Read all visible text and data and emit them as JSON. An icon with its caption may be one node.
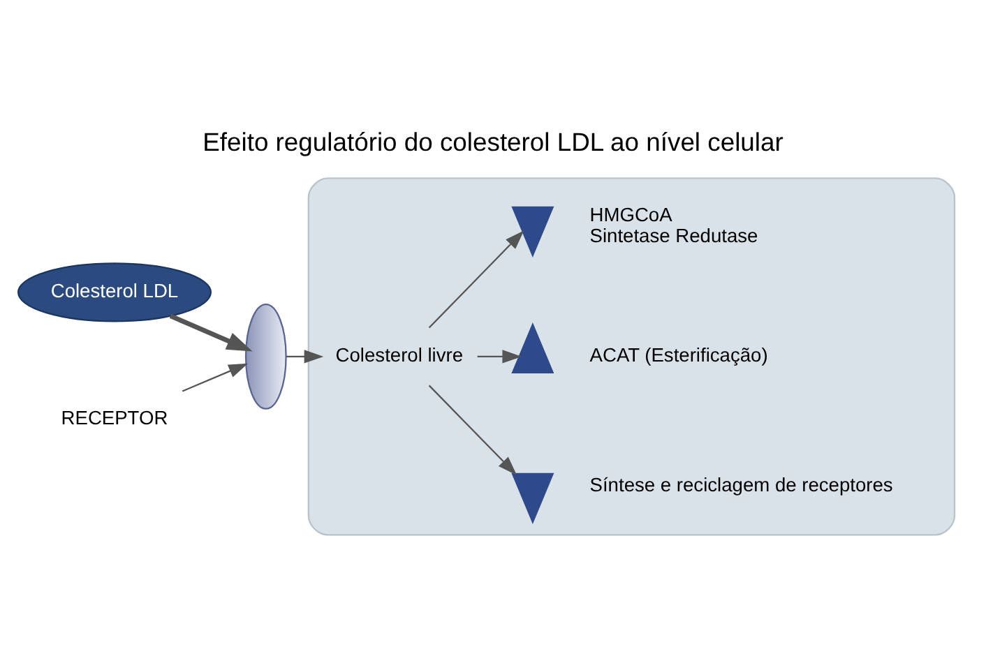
{
  "diagram": {
    "title": "Efeito regulatório do colesterol LDL ao nível celular",
    "nodes": [
      {
        "text": [],
        "shape": "box"
      },
      {
        "text": [
          "Colesterol LDL"
        ]
      },
      {
        "text": [],
        "shape": "ellipse"
      },
      {
        "text": [
          "RECEPTOR"
        ]
      },
      {
        "text": [
          "Colesterol livre"
        ],
        "in": 0
      },
      {
        "text": [],
        "shape": "arrow",
        "beside": [
          "HMGCoA",
          "Sintetase Redutase"
        ],
        "in": 0
      },
      {
        "text": [],
        "shape": "arrow",
        "beside": [
          "ACAT (Esterificação)"
        ],
        "in": 0
      },
      {
        "text": [],
        "shape": "arrow",
        "beside": [
          "Síntese e reciclagem de receptores"
        ],
        "in": 0
      }
    ],
    "edges": [
      {
        "from": 1,
        "to": 2,
        "arrow": "to",
        "style": "thick"
      },
      {
        "from": 3,
        "to": 2,
        "arrow": "to"
      },
      {
        "from": 2,
        "to": 4,
        "arrow": "to"
      },
      {
        "from": 4,
        "to": 5,
        "arrow": "to"
      },
      {
        "from": 4,
        "to": 6,
        "arrow": "to"
      },
      {
        "from": 4,
        "to": 7,
        "arrow": "to"
      }
    ]
  }
}
